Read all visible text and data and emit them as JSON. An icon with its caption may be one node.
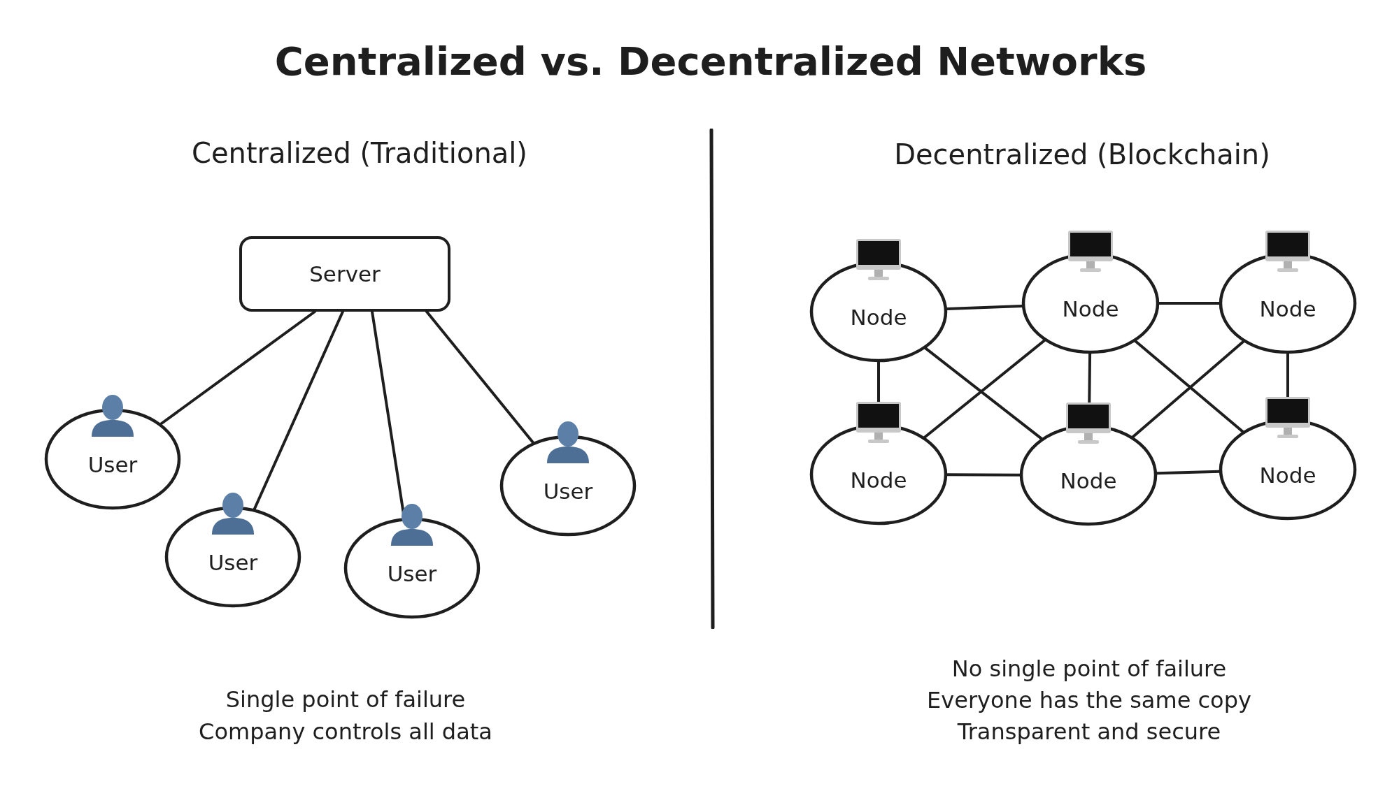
{
  "diagram": {
    "title": "Centralized vs. Decentralized Networks",
    "nodes": [
      {
        "text": [
          "Server"
        ]
      },
      {
        "text": [
          "User"
        ]
      },
      {
        "text": [
          "User"
        ]
      },
      {
        "text": [
          "User"
        ]
      },
      {
        "text": [
          "User"
        ]
      },
      {
        "text": [
          "Node"
        ]
      },
      {
        "text": [
          "Node"
        ]
      },
      {
        "text": [
          "Node"
        ]
      },
      {
        "text": [
          "Node"
        ]
      },
      {
        "text": [
          "Node"
        ]
      },
      {
        "text": [
          "Node"
        ]
      }
    ],
    "edges": [
      {
        "from": 0,
        "to": 1,
        "arrow": "none"
      },
      {
        "from": 0,
        "to": 2,
        "arrow": "none"
      },
      {
        "from": 0,
        "to": 3,
        "arrow": "none"
      },
      {
        "from": 0,
        "to": 4,
        "arrow": "none"
      },
      {
        "from": 5,
        "to": 6,
        "arrow": "none"
      },
      {
        "from": 6,
        "to": 7,
        "arrow": "none"
      },
      {
        "from": 5,
        "to": 8,
        "arrow": "none"
      },
      {
        "from": 6,
        "to": 9,
        "arrow": "none"
      },
      {
        "from": 7,
        "to": 10,
        "arrow": "none"
      },
      {
        "from": 8,
        "to": 9,
        "arrow": "none"
      },
      {
        "from": 9,
        "to": 10,
        "arrow": "none"
      },
      {
        "from": 5,
        "to": 9,
        "arrow": "none"
      },
      {
        "from": 6,
        "to": 8,
        "arrow": "none"
      },
      {
        "from": 6,
        "to": 10,
        "arrow": "none"
      },
      {
        "from": 7,
        "to": 9,
        "arrow": "none"
      }
    ],
    "labels": [
      "Centralized (Traditional)",
      "Decentralized (Blockchain)",
      "Single point of failure",
      "Company controls all data",
      "No single point of failure",
      "Everyone has the same copy",
      "Transparent and secure"
    ]
  }
}
